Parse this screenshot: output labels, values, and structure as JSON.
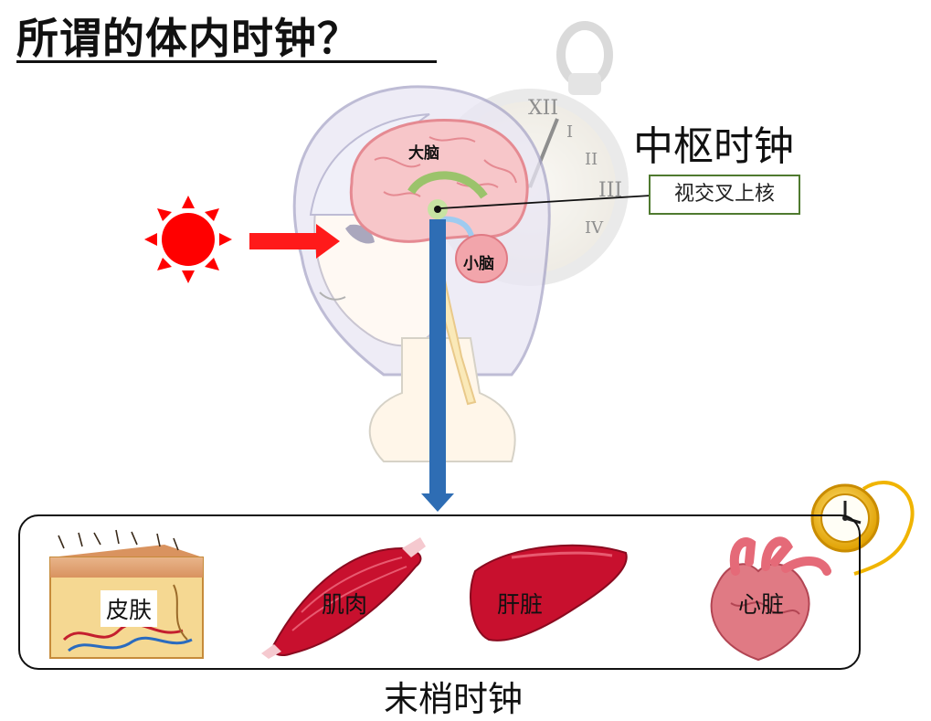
{
  "title": "所谓的体内时钟？",
  "central": {
    "title": "中枢时钟",
    "nucleus_label": "视交叉上核",
    "cerebrum_label": "大脑",
    "cerebellum_label": "小脑"
  },
  "peripheral": {
    "title": "末梢时钟",
    "organs": [
      "皮肤",
      "肌肉",
      "肝脏",
      "心脏"
    ]
  },
  "colors": {
    "sun": "#ff0000",
    "light_arrow": "#ff1a1a",
    "signal_arrow": "#2e6db4",
    "brain": "#f7c6c9",
    "nucleus_box_border": "#4f7a2f",
    "organ_red": "#c8102e"
  },
  "icons": [
    "sun-icon",
    "head-icon",
    "pocket-watch-icon",
    "gold-watch-icon",
    "skin-icon",
    "muscle-icon",
    "liver-icon",
    "heart-icon"
  ]
}
